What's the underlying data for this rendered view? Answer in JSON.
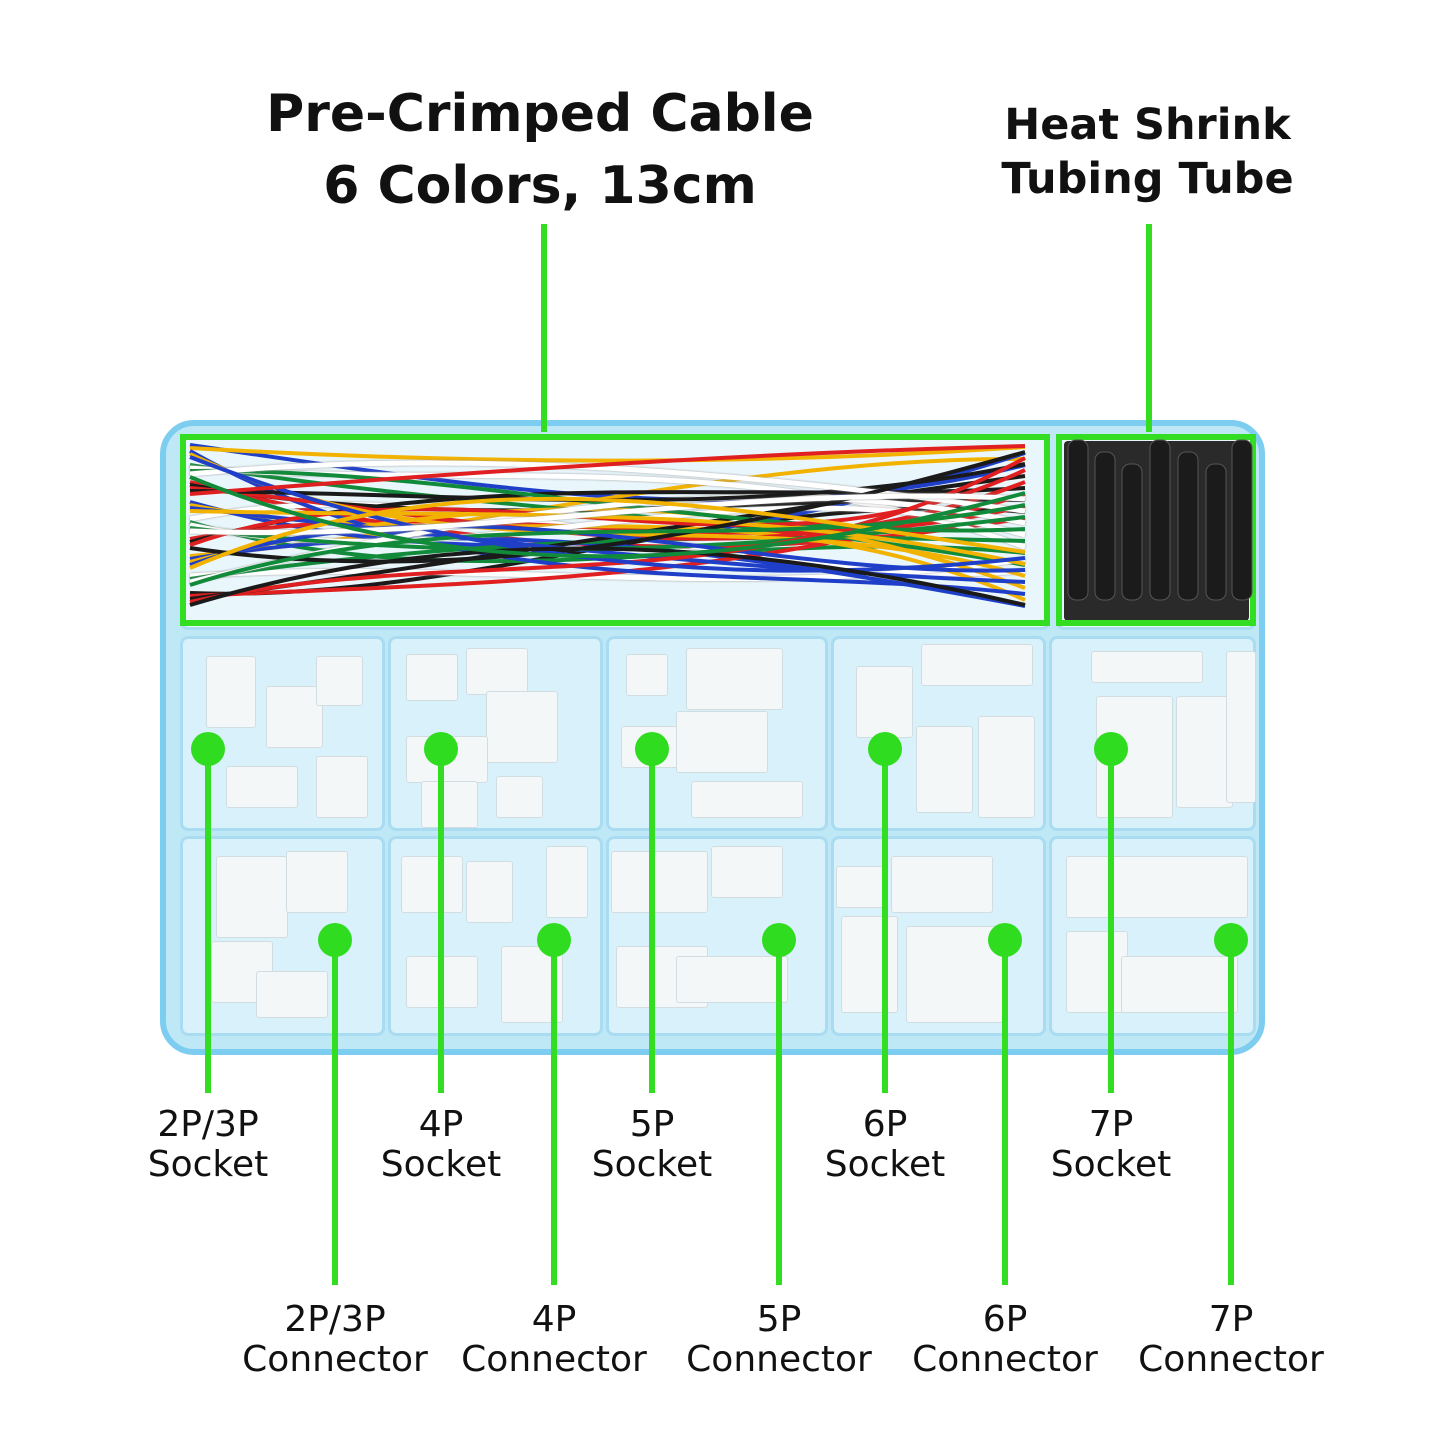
{
  "titles": {
    "cable": [
      "Pre-Crimped Cable",
      "6 Colors, 13cm"
    ],
    "tube": [
      "Heat Shrink",
      "Tubing Tube"
    ]
  },
  "labels": {
    "socket": [
      [
        "2P/3P",
        "Socket"
      ],
      [
        "4P",
        "Socket"
      ],
      [
        "5P",
        "Socket"
      ],
      [
        "6P",
        "Socket"
      ],
      [
        "7P",
        "Socket"
      ]
    ],
    "connector": [
      [
        "2P/3P",
        "Connector"
      ],
      [
        "4P",
        "Connector"
      ],
      [
        "5P",
        "Connector"
      ],
      [
        "6P",
        "Connector"
      ],
      [
        "7P",
        "Connector"
      ]
    ]
  },
  "colors": {
    "accent": "#33dd22",
    "box": "#bfe8f7",
    "wires": [
      "#1f3fc9",
      "#e02020",
      "#ffffff",
      "#f2b200",
      "#1a1a1a",
      "#118a3a"
    ],
    "tube": "#1b1b1b"
  }
}
